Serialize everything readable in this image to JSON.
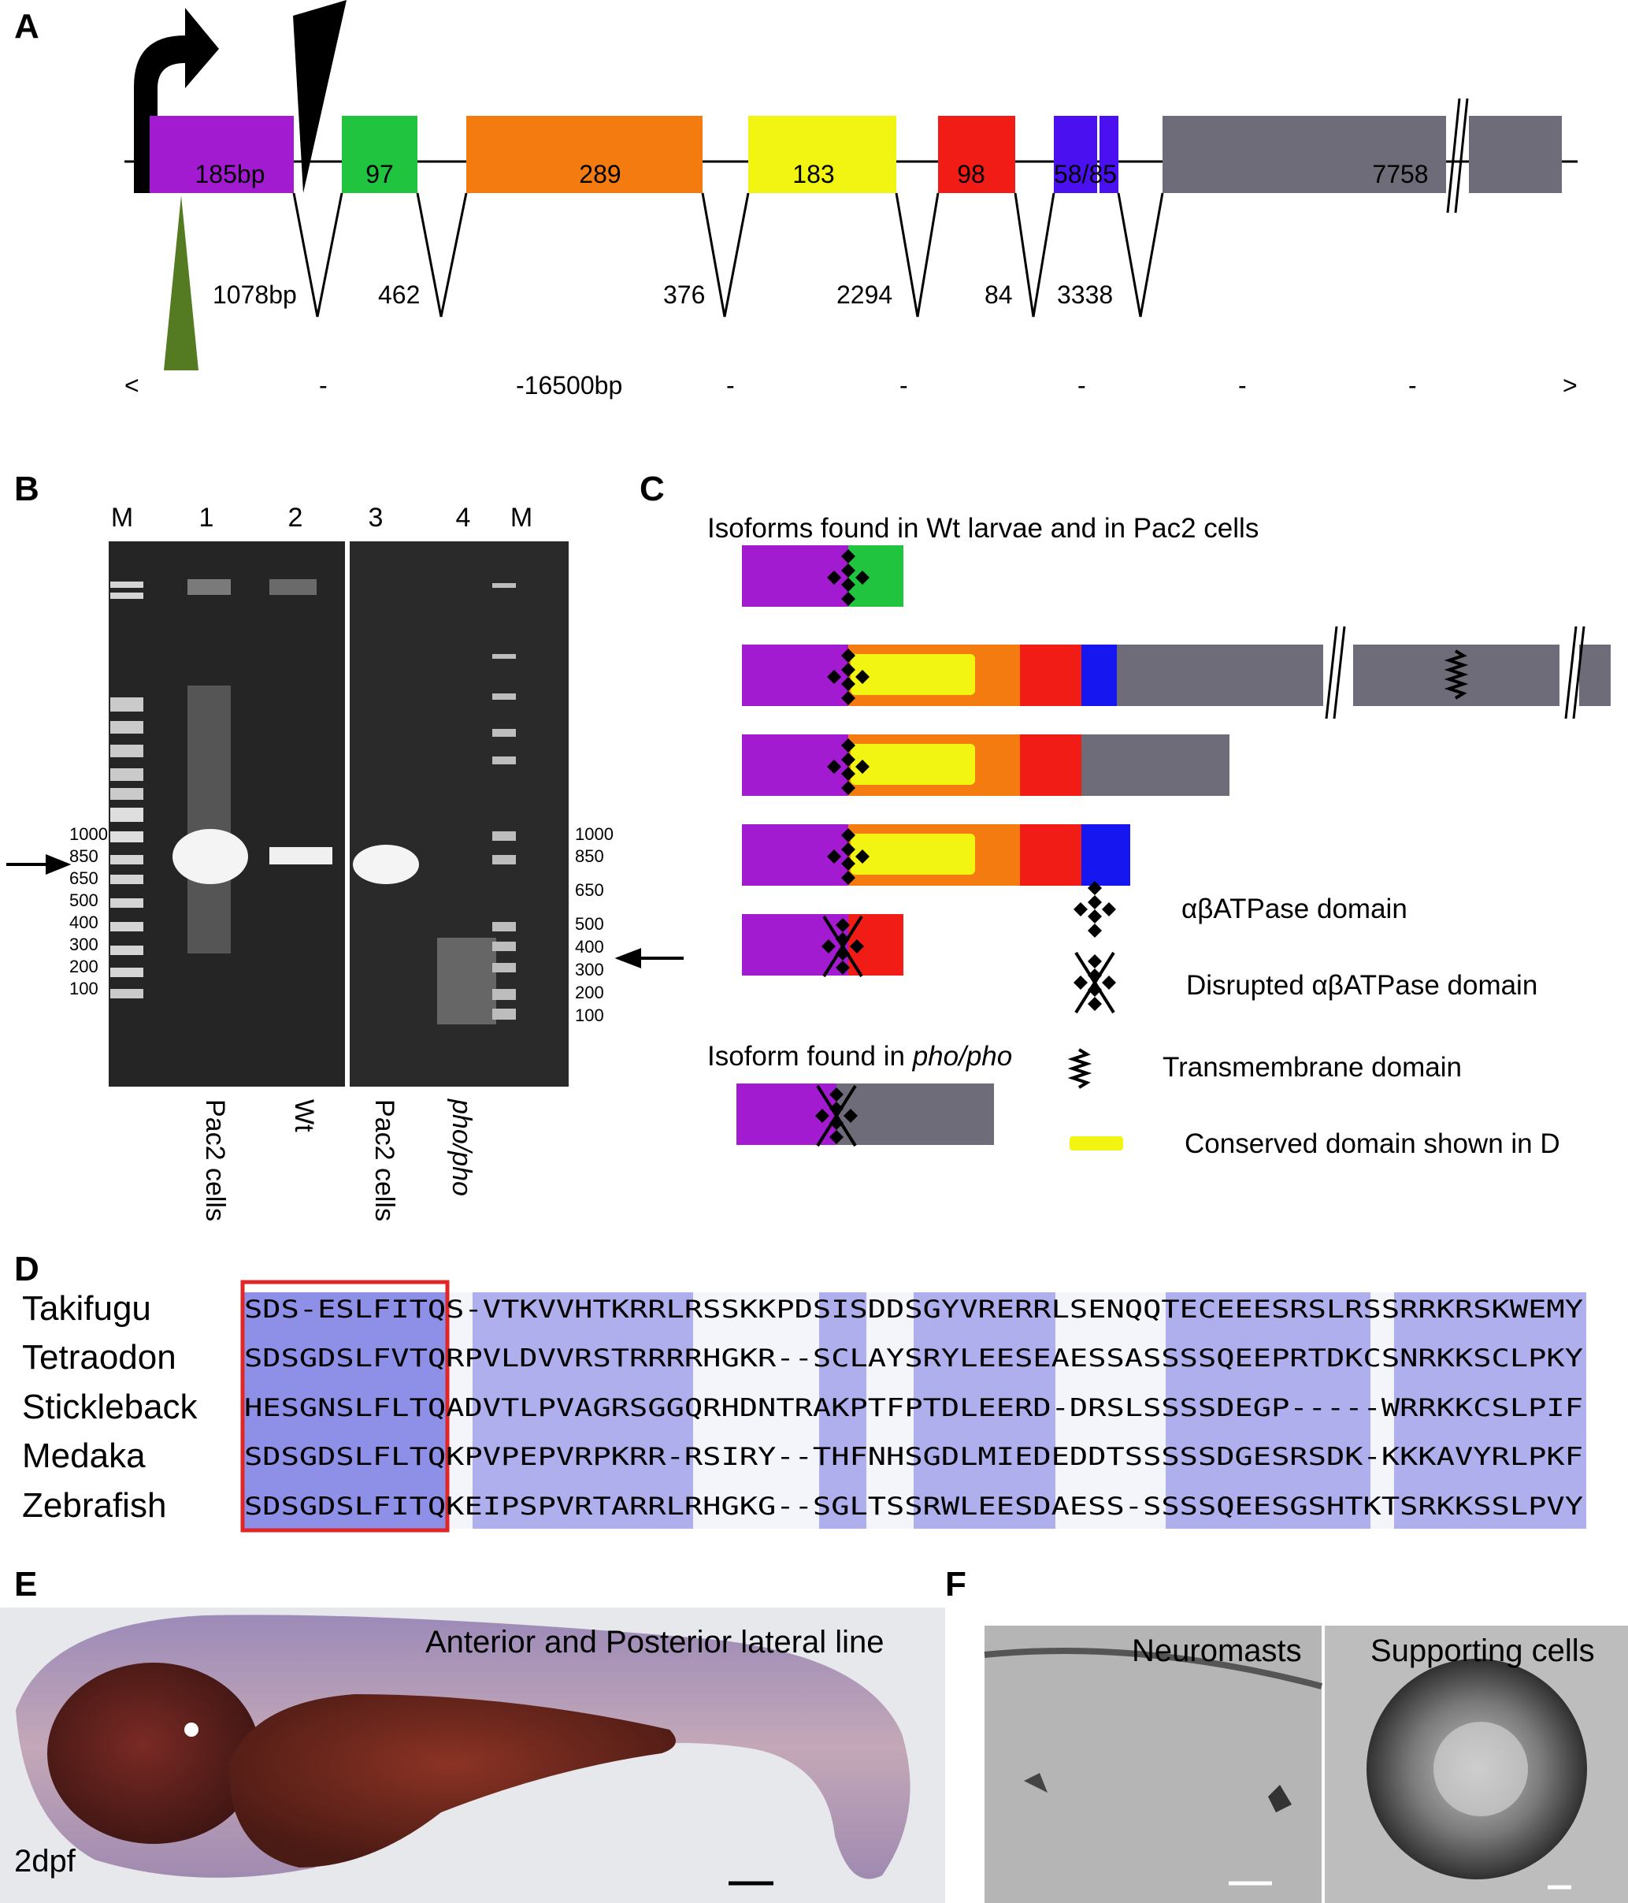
{
  "panels": {
    "A": {
      "letter": "A",
      "exons": [
        {
          "label": "185bp",
          "color": "#a31bd0"
        },
        {
          "label": "97",
          "color": "#21c43e"
        },
        {
          "label": "289",
          "color": "#f37b10"
        },
        {
          "label": "183",
          "color": "#f2f411"
        },
        {
          "label": "98",
          "color": "#f11c16"
        },
        {
          "label": "58/85",
          "color": "#4a10f0"
        },
        {
          "label": "7758",
          "color": "#6d6c78"
        }
      ],
      "introns": [
        "1078bp",
        "462",
        "376",
        "2294",
        "84",
        "3338"
      ],
      "scale": {
        "left": "<",
        "right": ">",
        "dash": "-",
        "center": "-16500bp"
      }
    },
    "B": {
      "letter": "B",
      "lanes": [
        "M",
        "1",
        "2",
        "3",
        "4",
        "M"
      ],
      "ladder_left": [
        "1000",
        "850",
        "650",
        "500",
        "400",
        "300",
        "200",
        "100"
      ],
      "ladder_right": [
        "1000",
        "850",
        "650",
        "500",
        "400",
        "300",
        "200",
        "100"
      ],
      "samples": [
        "Pac2 cells",
        "Wt",
        "Pac2 cells",
        "pho/pho"
      ]
    },
    "C": {
      "letter": "C",
      "heading_wt": "Isoforms found in Wt larvae and in Pac2 cells",
      "heading_pho_prefix": "Isoform found in ",
      "heading_pho_italic": "pho/pho",
      "legend": [
        {
          "label": "αβATPase domain"
        },
        {
          "label": "Disrupted αβATPase domain"
        },
        {
          "label": "Transmembrane  domain"
        },
        {
          "label": "Conserved  domain shown in D"
        }
      ]
    },
    "D": {
      "letter": "D",
      "species": [
        {
          "name": "Takifugu",
          "seq": "SDS-ESLFITQS-VTKVVHTKRRLRSSKKPDSISDDSGYVRERRLSENQQTECEEESRSLRSSRRKRSKWEMY"
        },
        {
          "name": "Tetraodon",
          "seq": "SDSGDSLFVTQRPVLDVVRSTRRRRHGKR--SCLAYSRYLEESEAESSASSSSQEEPRTDKCSNRKKSCLPKY"
        },
        {
          "name": "Stickleback",
          "seq": "HESGNSLFLTQADVTLPVAGRSGGQRHDNTRAKPTFPTDLEERD-DRSLSSSSDEGP-----WRRKKCSLPIF"
        },
        {
          "name": "Medaka",
          "seq": "SDSGDSLFLTQKPVPEPVRPKRR-RSIRY--THFNHSGDLMIEDEDDTSSSSSDGESRSDK-KKKAVYRLPKF"
        },
        {
          "name": "Zebrafish",
          "seq": "SDSGDSLFITQKEIPSPVRTARRLRHGKG--SGLTSSRWLEESDAESS-SSSSQEESGSHTKTSRKKSSLPVY"
        }
      ]
    },
    "E": {
      "letter": "E",
      "caption": "Anterior and Posterior lateral line",
      "stage": "2dpf"
    },
    "F": {
      "letter": "F",
      "left_caption": "Neuromasts",
      "right_caption": "Supporting cells"
    }
  }
}
